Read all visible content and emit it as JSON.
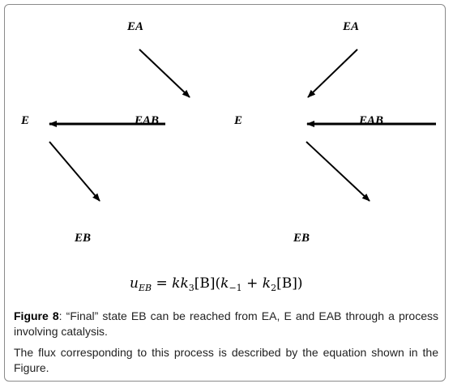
{
  "diagram": {
    "left": {
      "ea": "EA",
      "e": "E",
      "eab": "EAB",
      "eb": "EB"
    },
    "right": {
      "ea": "EA",
      "e": "E",
      "eab": "EAB",
      "eb": "EB"
    }
  },
  "equation": {
    "lhs_var": "u",
    "lhs_sub": "EB",
    "eq": " = ",
    "k": "k",
    "k3": "k",
    "k3_sub": "3",
    "b1": "[B](",
    "k_minus": "k",
    "k_minus_sub": "−1",
    "plus": " + ",
    "k2": "k",
    "k2_sub": "2",
    "b2": "[B])"
  },
  "caption": {
    "label": "Figure 8",
    "text": ": “Final” state EB can be reached from EA, E and EAB through a process involving catalysis.",
    "note": "The flux corresponding to this process is described by the equation shown in the Figure."
  }
}
